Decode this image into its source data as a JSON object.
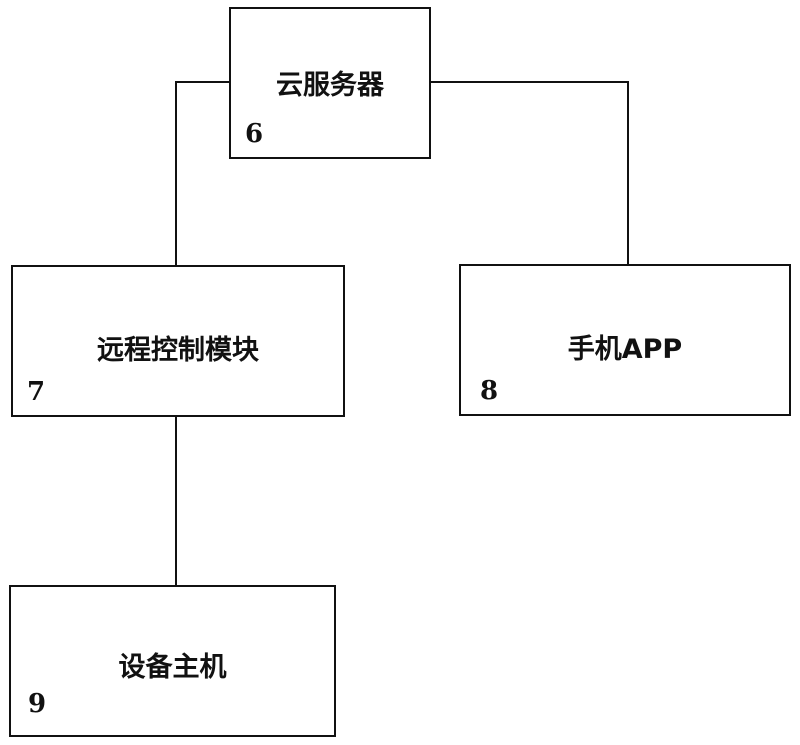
{
  "diagram": {
    "nodes": [
      {
        "id": "6",
        "label": "云服务器"
      },
      {
        "id": "7",
        "label": "远程控制模块"
      },
      {
        "id": "8",
        "label": "手机APP"
      },
      {
        "id": "9",
        "label": "设备主机"
      }
    ],
    "edges": [
      {
        "from": "6",
        "to": "7"
      },
      {
        "from": "6",
        "to": "8"
      },
      {
        "from": "7",
        "to": "9"
      }
    ],
    "line_color": "#111111"
  }
}
